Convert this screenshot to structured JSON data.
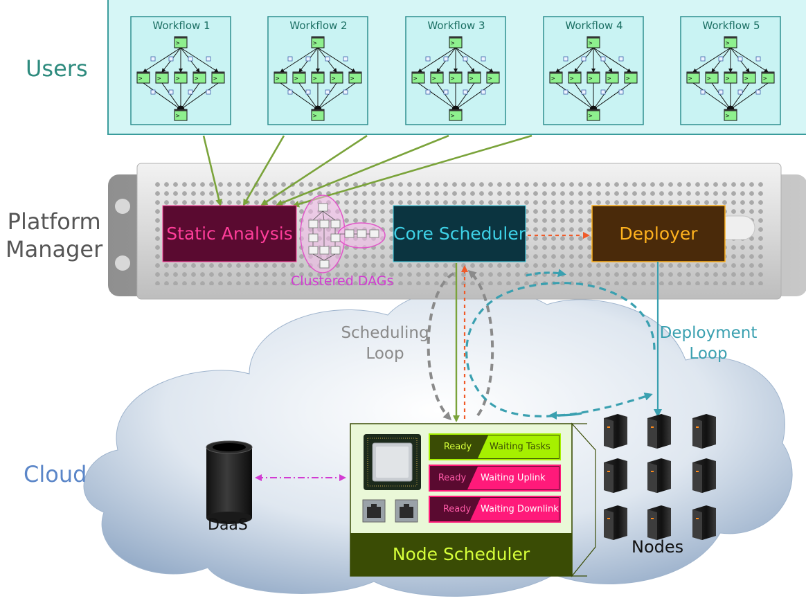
{
  "tiers": {
    "users": "Users",
    "platform_manager_line1": "Platform",
    "platform_manager_line2": "Manager",
    "cloud": "Cloud"
  },
  "workflows": [
    {
      "title": "Workflow 1"
    },
    {
      "title": "Workflow 2"
    },
    {
      "title": "Workflow 3"
    },
    {
      "title": "Workflow 4"
    },
    {
      "title": "Workflow 5"
    }
  ],
  "components": {
    "static_analysis": "Static Analysis",
    "clustered_dags": "Clustered DAGs",
    "core_scheduler": "Core Scheduler",
    "deployer": "Deployer",
    "node_scheduler": "Node Scheduler",
    "daas": "DaaS",
    "nodes": "Nodes"
  },
  "loops": {
    "scheduling_line1": "Scheduling",
    "scheduling_line2": "Loop",
    "deployment_line1": "Deployment",
    "deployment_line2": "Loop"
  },
  "queues": [
    {
      "ready": "Ready",
      "waiting": "Waiting Tasks"
    },
    {
      "ready": "Ready",
      "waiting": "Waiting Uplink"
    },
    {
      "ready": "Ready",
      "waiting": "Waiting Downlink"
    }
  ],
  "node_glyph": ">",
  "colors": {
    "users_panel": "#d6f6f6",
    "users_border": "#3a9c9c",
    "task_green": "#8ef08e",
    "static_analysis": "#5a0a30",
    "static_analysis_text": "#ff3d9a",
    "core_scheduler": "#0b3440",
    "core_scheduler_text": "#3ed1e6",
    "deployer": "#4a2a0a",
    "deployer_text": "#ffb21e",
    "node_scheduler": "#3a4c05",
    "node_scheduler_text": "#d6ff3a",
    "cluster_pink": "#e055c8",
    "arrow_green": "#7aa33a",
    "arrow_orange": "#f05a28",
    "loop_gray": "#8a8a8a",
    "loop_teal": "#3aa0b0",
    "queue_green": "#a6f000",
    "queue_pink": "#ff1a7a"
  }
}
